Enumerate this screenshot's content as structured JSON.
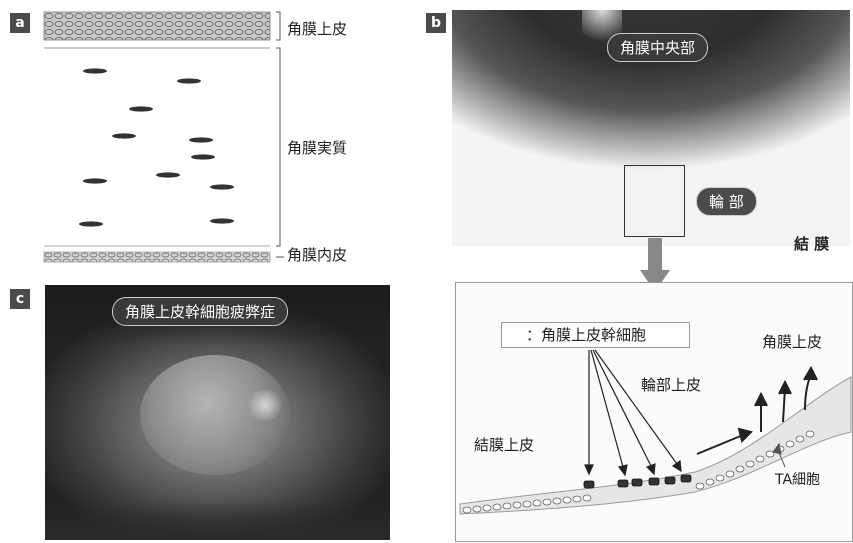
{
  "panels": {
    "a": {
      "tag": "a",
      "labels": {
        "epithelium": "角膜上皮",
        "stroma": "角膜実質",
        "endothelium": "角膜内皮"
      }
    },
    "b": {
      "tag": "b",
      "labels": {
        "center": "角膜中央部",
        "limbus": "輪 部",
        "conjunctiva": "結 膜"
      },
      "diagram": {
        "legend": "：角膜上皮幹細胞",
        "corneal_epithelium": "角膜上皮",
        "limbal_epithelium": "輪部上皮",
        "conjunctival_epithelium": "結膜上皮",
        "ta_cells": "TA細胞"
      }
    },
    "c": {
      "tag": "c",
      "caption": "角膜上皮幹細胞疲弊症"
    }
  }
}
